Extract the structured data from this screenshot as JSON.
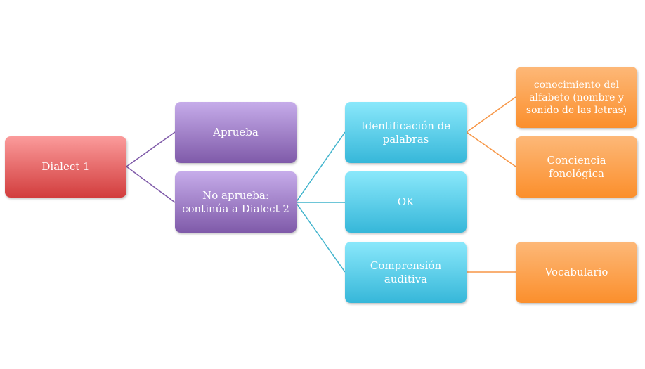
{
  "nodes": {
    "dialect1": "Dialect 1",
    "aprueba": "Aprueba",
    "no_aprueba": "No aprueba: continúa a Dialect 2",
    "identificacion": "Identificación de palabras",
    "ok": "OK",
    "comprension": "Comprensión auditiva",
    "conocimiento": "conocimiento del alfabeto (nombre y sonido de las letras)",
    "conciencia": "Conciencia fonológica",
    "vocabulario": "Vocabulario"
  },
  "colors": {
    "level1": "#d23d3d",
    "level2": "#7f5aa9",
    "level3": "#36b7d9",
    "level4": "#fb8f2c"
  }
}
